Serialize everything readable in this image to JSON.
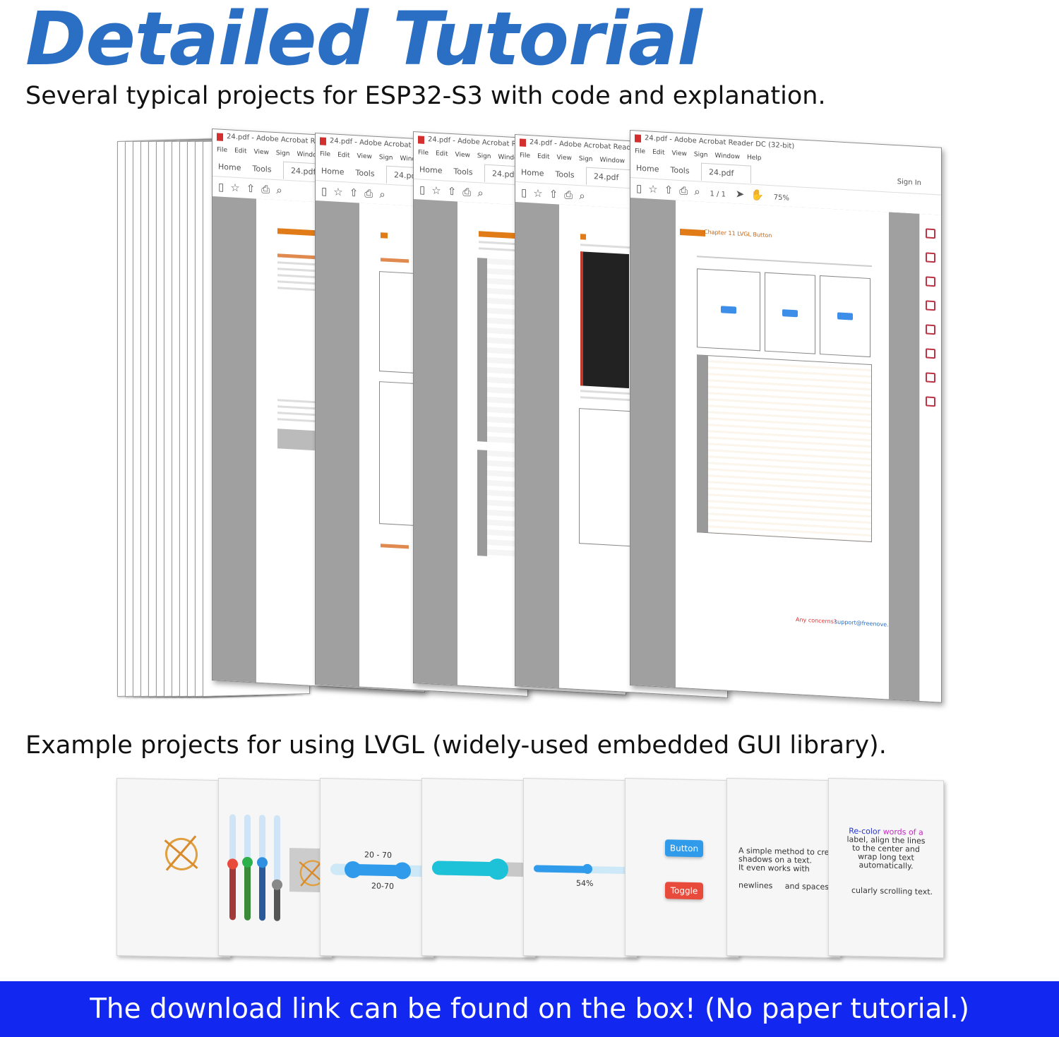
{
  "header": {
    "title": "Detailed Tutorial",
    "subtitle": "Several typical projects for ESP32-S3 with code and explanation."
  },
  "pdf_windows": {
    "title_bar": "24.pdf - Adobe Acrobat Reader DC (32-bit)",
    "menu": [
      "File",
      "Edit",
      "View",
      "Sign",
      "Window",
      "Help"
    ],
    "tabs": [
      "Home",
      "Tools"
    ],
    "file_tab": "24.pdf",
    "sign_in": "Sign In",
    "page_indicator": "1 / 1",
    "zoom": "75%",
    "front_page": {
      "header": "Chapter 11 LVGL Button",
      "note": "Any concerns?",
      "email": "support@freenove.com"
    }
  },
  "lvgl_section": {
    "subtitle": "Example projects for using LVGL (widely-used embedded GUI library).",
    "cards": {
      "range_top": "20 - 70",
      "range_bottom": "20-70",
      "percent": "54%",
      "slider_value": 0.54,
      "button_label": "Button",
      "toggle_label": "Toggle",
      "shadow_text_1": "A simple method to creat",
      "shadow_text_2": "shadows on a text.",
      "shadow_text_3": "It even works with",
      "shadow_text_4": "newlines     and spaces.",
      "recolor_red": "Re-color",
      "recolor_magenta": "words of a",
      "recolor_line2": "label, align the lines",
      "recolor_line3": "to the center and",
      "recolor_line4": "wrap long text",
      "recolor_line5": "automatically.",
      "scroll_text": "cularly scrolling text."
    }
  },
  "footer": {
    "banner": "The download link can be found on the box! (No paper tutorial.)"
  },
  "colors": {
    "title_blue": "#2a6fc4",
    "banner_blue": "#1227f0",
    "button_blue": "#2f9bea",
    "toggle_red": "#e84b3c"
  }
}
